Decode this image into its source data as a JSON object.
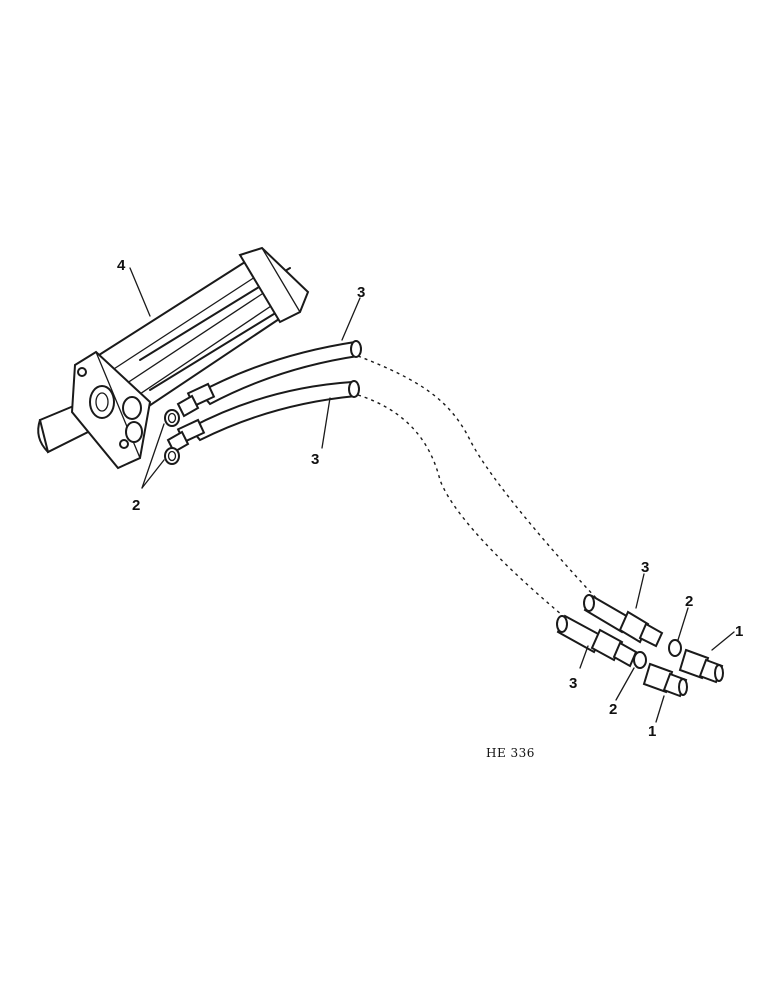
{
  "callouts": {
    "cylinder": "4",
    "hose_top": "3",
    "hose_bottom": "3",
    "orings_left": "2",
    "fitting_right_top": "3",
    "fitting_right_bottom": "3",
    "oring_right_top": "2",
    "oring_right_bottom": "2",
    "coupler_right_top": "1",
    "coupler_right_bottom": "1"
  },
  "figure_code": "HE 336"
}
